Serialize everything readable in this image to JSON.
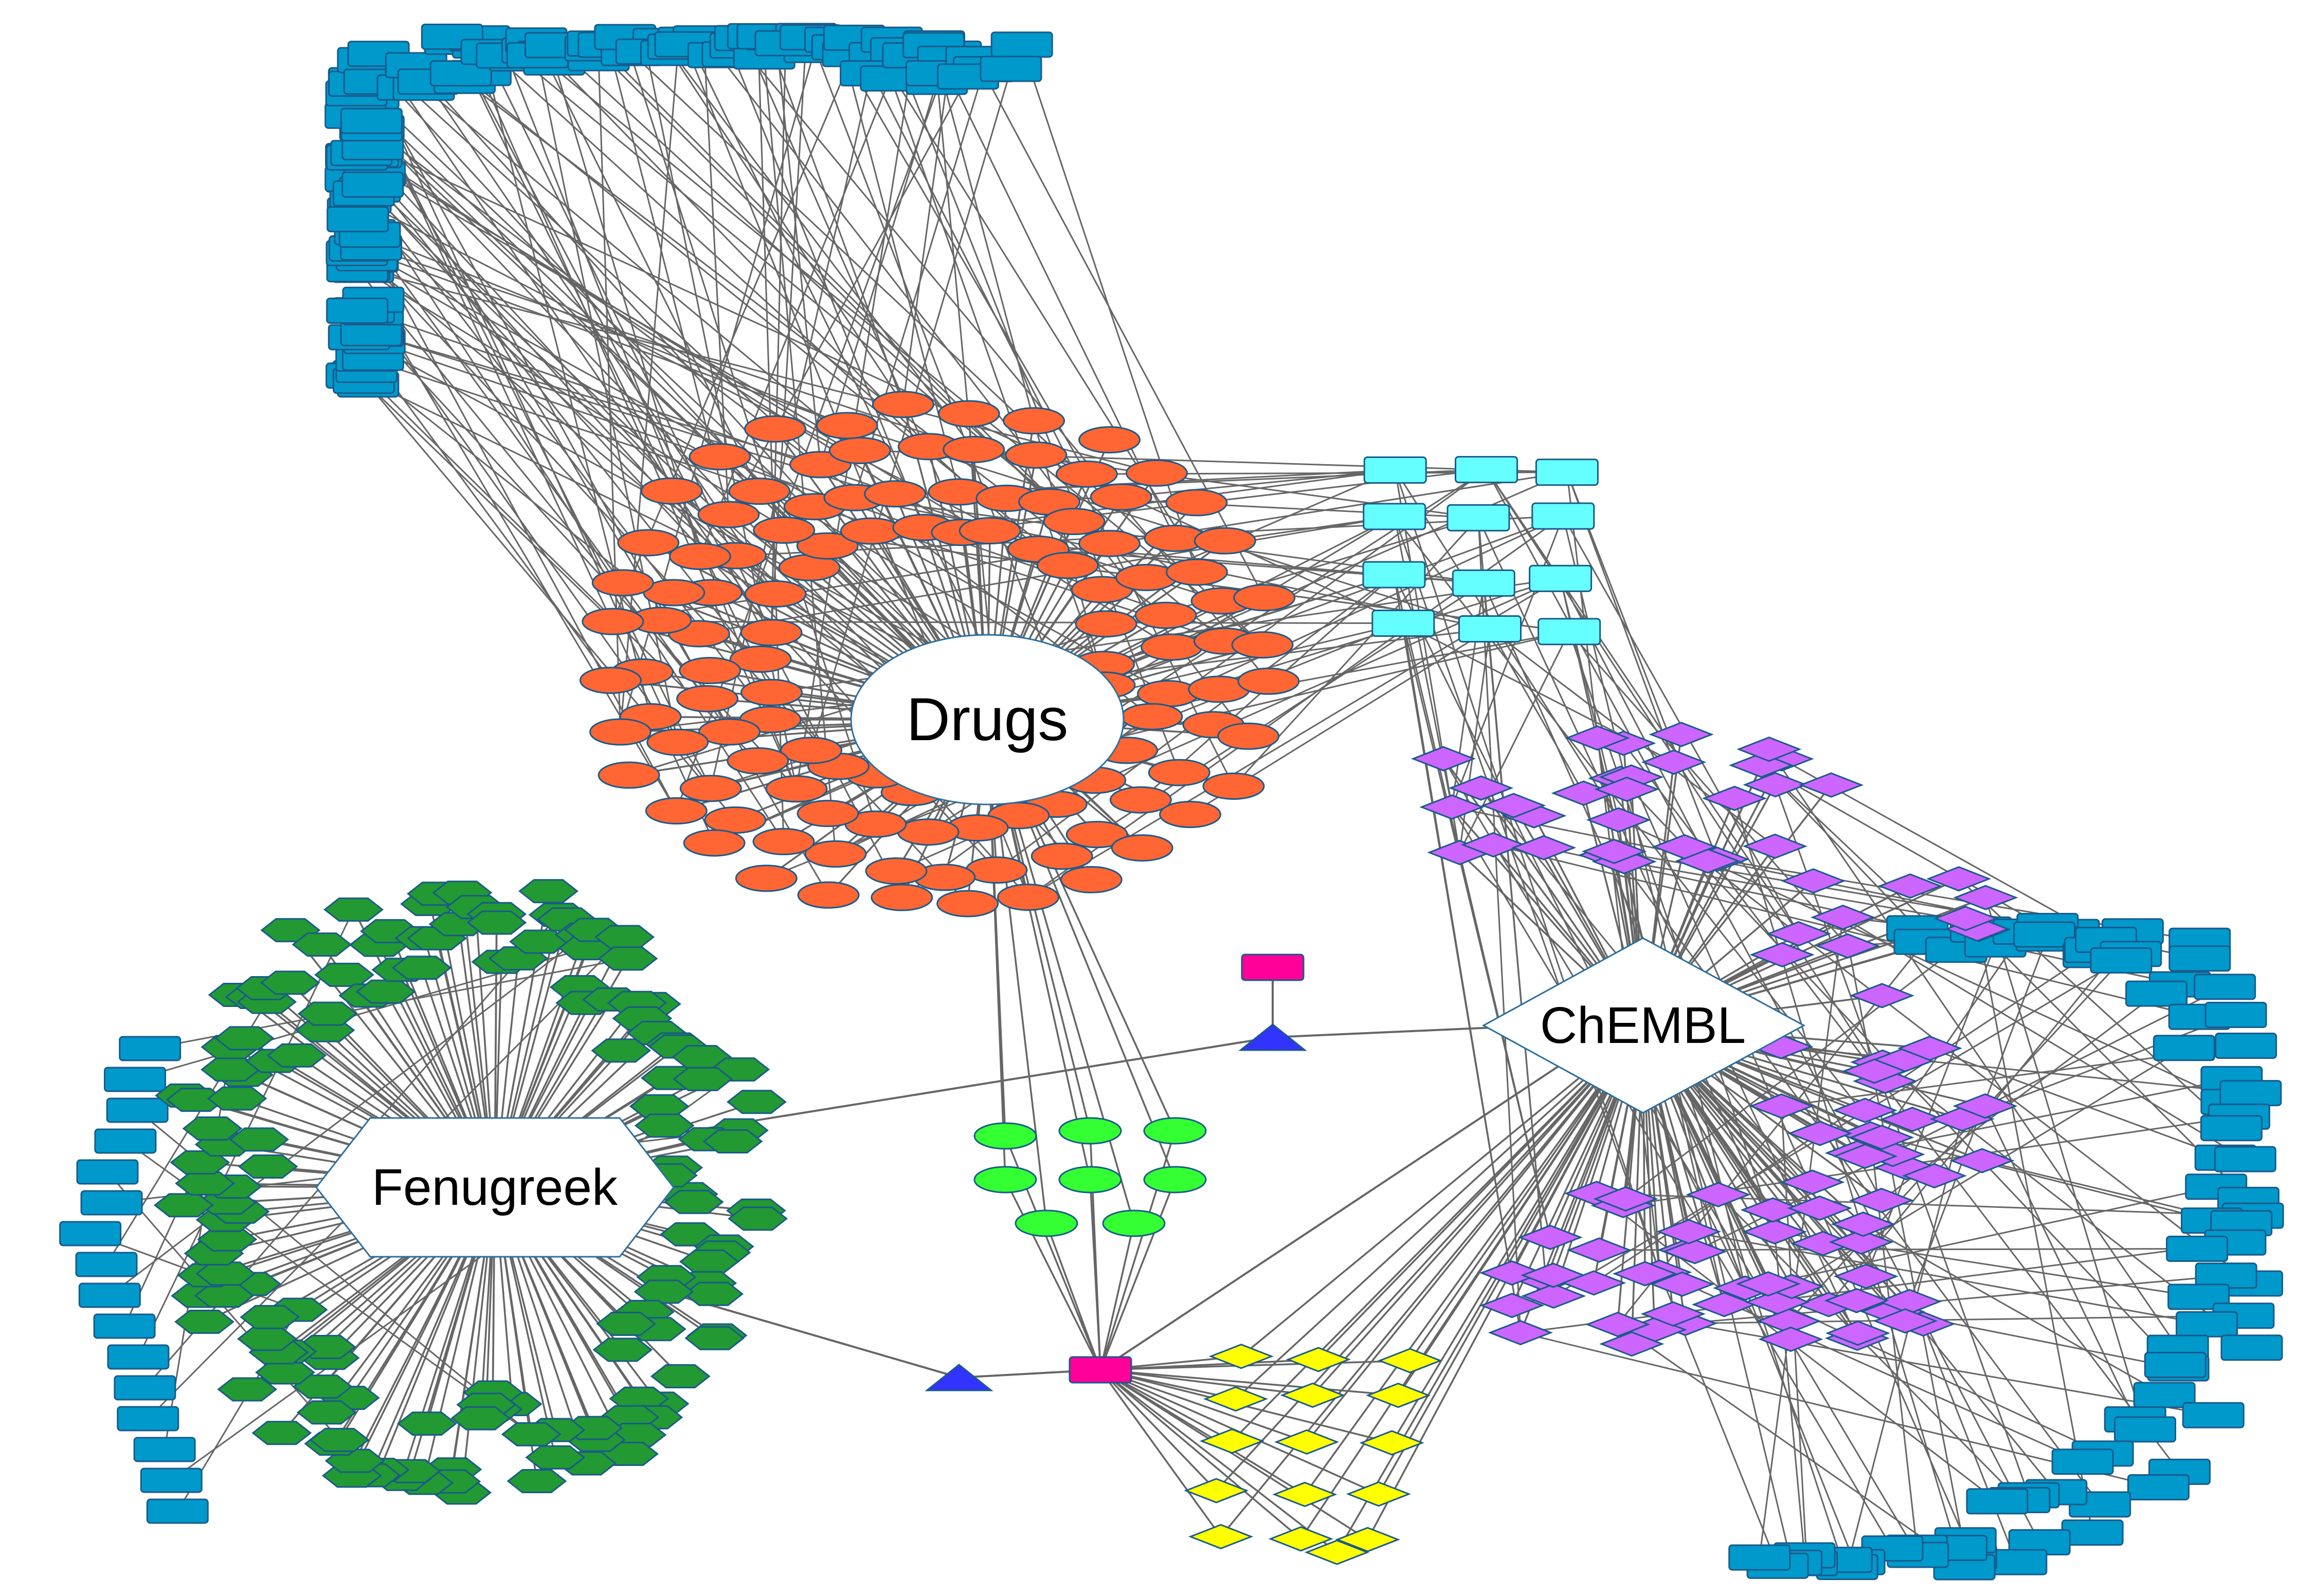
{
  "hubs": {
    "drugs": {
      "label": "Drugs"
    },
    "fenugreek": {
      "label": "Fenugreek"
    },
    "chembl": {
      "label": "ChEMBL"
    }
  },
  "node_groups": [
    {
      "id": "drug-compound",
      "shape": "ellipse",
      "color": "#ff6633",
      "count": 120
    },
    {
      "id": "drug-target-protein",
      "shape": "rectangle",
      "color": "#0099cc",
      "count": 120
    },
    {
      "id": "shared-target",
      "shape": "rectangle",
      "color": "#66ffff",
      "count": 12
    },
    {
      "id": "chembl-compound",
      "shape": "diamond",
      "color": "#cc66ff",
      "count": 110
    },
    {
      "id": "chembl-target-protein",
      "shape": "rectangle",
      "color": "#0099cc",
      "count": 80
    },
    {
      "id": "fenugreek-compound",
      "shape": "hexagon",
      "color": "#229933",
      "count": 150
    },
    {
      "id": "fenugreek-target-protein",
      "shape": "rectangle",
      "color": "#0099cc",
      "count": 16
    },
    {
      "id": "drug-bridge",
      "shape": "ellipse",
      "color": "#33ff33",
      "count": 8
    },
    {
      "id": "bridge-compound",
      "shape": "diamond",
      "color": "#ffff00",
      "count": 16
    },
    {
      "id": "bridge-hub",
      "shape": "rectangle",
      "color": "#ff0099",
      "count": 2
    },
    {
      "id": "connector",
      "shape": "triangle",
      "color": "#3333ff",
      "count": 2
    }
  ],
  "colors": {
    "edge": "#666666",
    "hub_fill": "#ffffff",
    "hub_stroke": "#2a6fa0",
    "node_stroke": "#1a5a8a"
  }
}
